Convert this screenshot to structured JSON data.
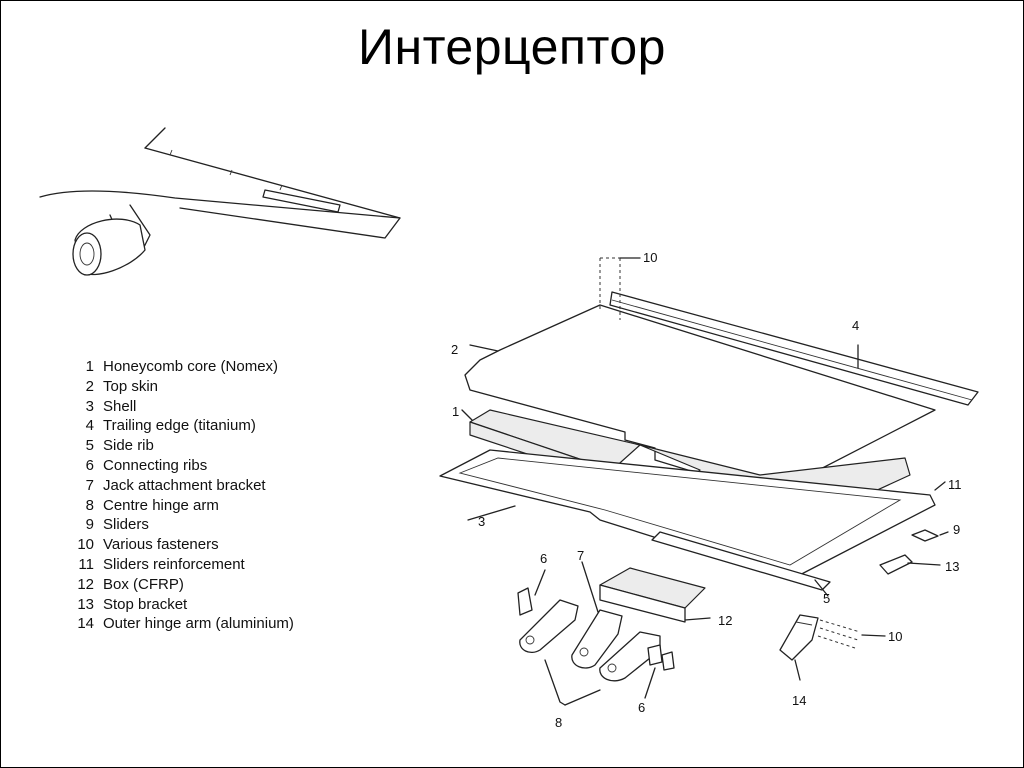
{
  "title": "Интерцептор",
  "legend": [
    {
      "num": "1",
      "text": "Honeycomb core (Nomex)"
    },
    {
      "num": "2",
      "text": "Top skin"
    },
    {
      "num": "3",
      "text": "Shell"
    },
    {
      "num": "4",
      "text": "Trailing edge (titanium)"
    },
    {
      "num": "5",
      "text": "Side rib"
    },
    {
      "num": "6",
      "text": "Connecting ribs"
    },
    {
      "num": "7",
      "text": "Jack attachment bracket"
    },
    {
      "num": "8",
      "text": "Centre hinge arm"
    },
    {
      "num": "9",
      "text": "Sliders"
    },
    {
      "num": "10",
      "text": "Various fasteners"
    },
    {
      "num": "11",
      "text": "Sliders reinforcement"
    },
    {
      "num": "12",
      "text": "Box (CFRP)"
    },
    {
      "num": "13",
      "text": "Stop bracket"
    },
    {
      "num": "14",
      "text": "Outer hinge arm (aluminium)"
    }
  ],
  "callouts": {
    "c1": "1",
    "c2": "2",
    "c3": "3",
    "c4": "4",
    "c5": "5",
    "c6a": "6",
    "c6b": "6",
    "c7": "7",
    "c8": "8",
    "c9": "9",
    "c10a": "10",
    "c10b": "10",
    "c11": "11",
    "c12": "12",
    "c13": "13",
    "c14": "14"
  }
}
